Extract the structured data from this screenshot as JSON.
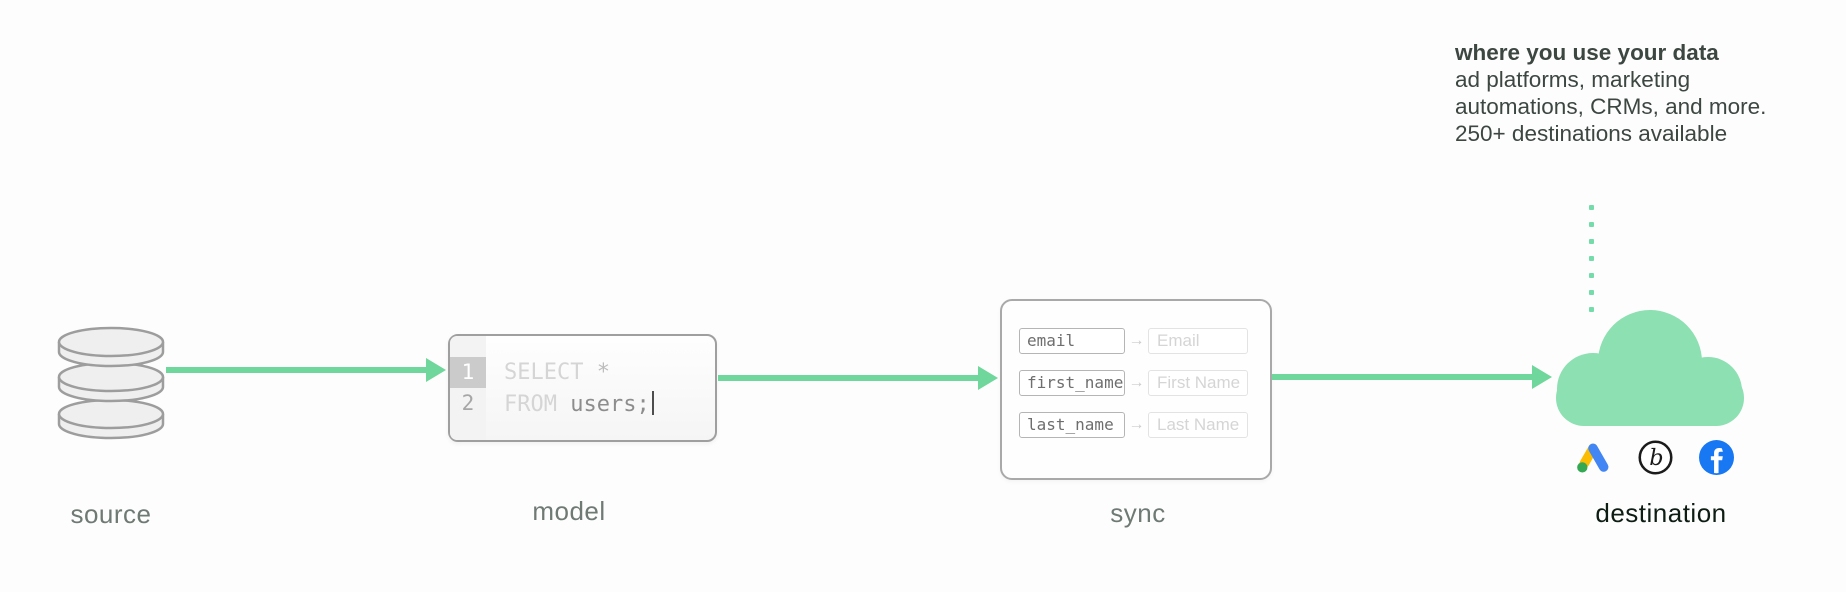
{
  "colors": {
    "accent_green": "#6fd79b",
    "cloud_green": "#8ce0b2",
    "dot_green": "#74dcab",
    "label_gray": "#6f7a74",
    "label_dark": "#0d1d14",
    "note_text": "#3d4742",
    "facebook_blue": "#1877F2",
    "googleads_blue": "#4285F4",
    "googleads_yellow": "#FBBC04",
    "googleads_green": "#34A853"
  },
  "stages": {
    "source": {
      "label": "source"
    },
    "model": {
      "label": "model",
      "code": {
        "line1_number": "1",
        "line1_keyword": "SELECT",
        "line1_rest": " *",
        "line2_number": "2",
        "line2_keyword": "FROM",
        "line2_rest": " users;"
      }
    },
    "sync": {
      "label": "sync",
      "mappings": [
        {
          "from": "email",
          "to": "Email"
        },
        {
          "from": "first_name",
          "to": "First Name"
        },
        {
          "from": "last_name",
          "to": "Last Name"
        }
      ],
      "map_arrow_glyph": "→"
    },
    "destination": {
      "label": "destination",
      "note": {
        "heading": "where you use your data",
        "line2": "ad platforms, marketing",
        "line3": "automations, CRMs, and more.",
        "line4": "250+ destinations available"
      },
      "icons": [
        "google-ads-icon",
        "braze-icon",
        "facebook-icon"
      ]
    }
  }
}
